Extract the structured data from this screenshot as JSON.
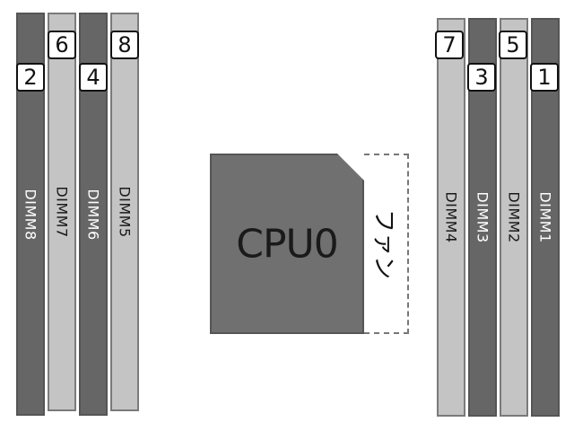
{
  "colors": {
    "dark_slot": "#666666",
    "light_slot": "#c4c4c4",
    "cpu": "#707070"
  },
  "cpu": {
    "label": "CPU0"
  },
  "fan": {
    "label": "ファン"
  },
  "slots": {
    "dimm8": {
      "label": "DIMM8",
      "color": "dark"
    },
    "dimm7": {
      "label": "DIMM7",
      "color": "light"
    },
    "dimm6": {
      "label": "DIMM6",
      "color": "dark"
    },
    "dimm5": {
      "label": "DIMM5",
      "color": "light"
    },
    "dimm4": {
      "label": "DIMM4",
      "color": "light"
    },
    "dimm3": {
      "label": "DIMM3",
      "color": "dark"
    },
    "dimm2": {
      "label": "DIMM2",
      "color": "light"
    },
    "dimm1": {
      "label": "DIMM1",
      "color": "dark"
    }
  },
  "badges": {
    "b1": "1",
    "b2": "2",
    "b3": "3",
    "b4": "4",
    "b5": "5",
    "b6": "6",
    "b7": "7",
    "b8": "8"
  }
}
